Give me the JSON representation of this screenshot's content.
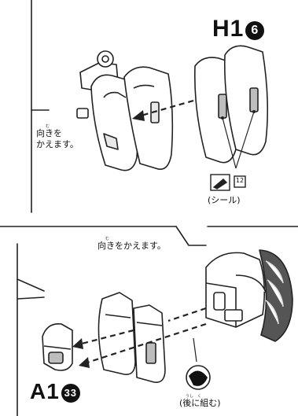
{
  "top_panel": {
    "part_code": "H1",
    "part_number": "6",
    "direction_furigana": "む",
    "direction_note_line1": "向きを",
    "direction_note_line2": "かえます。",
    "sticker_number": "12",
    "sticker_label": "(シール)"
  },
  "bottom_panel": {
    "direction_furigana": "む",
    "direction_note": "向きをかえます。",
    "part_code": "A1",
    "part_number": "33",
    "back_note_furigana": "うし　く",
    "back_note": "(後に組む)"
  },
  "colors": {
    "line": "#222222",
    "fill": "#ffffff",
    "shade": "#bdbdbd"
  }
}
